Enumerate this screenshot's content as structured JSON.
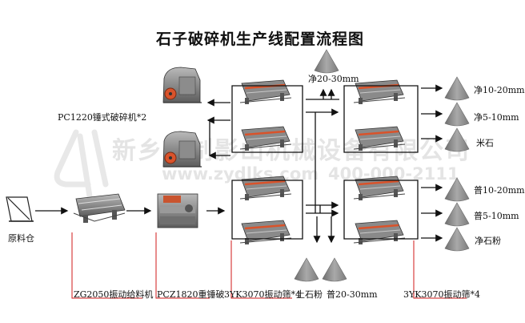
{
  "title": "石子破碎机生产线配置流程图",
  "watermark": {
    "company": "新乡市制影山机械设备有限公司",
    "website": "www.zydlks.com",
    "phone": "400-000-2111"
  },
  "equipment_labels": {
    "raw_bin": "原料仓",
    "feeder": "ZG2050振动给料机",
    "crusher": "PCZ1820重锤破",
    "hammer_crushers": "PC1220锤式破碎机*2",
    "screens_stage1": "3YK3070振动筛*4",
    "screens_stage2": "3YK3070振动筛*4"
  },
  "product_labels": {
    "clean_20_30": "净20-30mm",
    "clean_10_20": "净10-20mm",
    "clean_5_10": "净5-10mm",
    "rice_stone": "米石",
    "soil_powder": "土石粉",
    "normal_20_30": "普20-30mm",
    "normal_10_20": "普10-20mm",
    "normal_5_10": "普5-10mm",
    "clean_stone_powder": "净石粉"
  },
  "colors": {
    "machine_body": "#7a7a7a",
    "machine_accent": "#d9532b",
    "pile": "#8c8c8c",
    "flow_line": "#111111",
    "leader_line": "#d11a1a"
  }
}
